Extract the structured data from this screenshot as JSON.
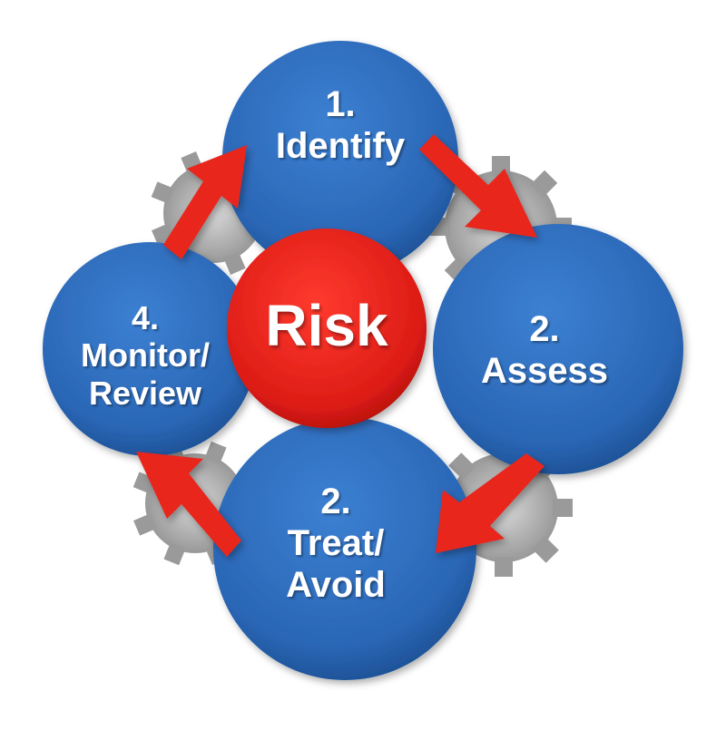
{
  "diagram": {
    "center_label": "Risk",
    "steps": [
      {
        "number": "1.",
        "lines": [
          "Identify"
        ]
      },
      {
        "number": "2.",
        "lines": [
          "Assess"
        ]
      },
      {
        "number": "2.",
        "lines": [
          "Treat/",
          "Avoid"
        ]
      },
      {
        "number": "4.",
        "lines": [
          "Monitor/",
          "Review"
        ]
      }
    ],
    "colors": {
      "circle_blue": "#2f6fc0",
      "circle_blue_dark": "#1b4f94",
      "center_red": "#e02020",
      "arrow_red": "#e8251f",
      "gear_gray": "#a9a9a9"
    }
  }
}
